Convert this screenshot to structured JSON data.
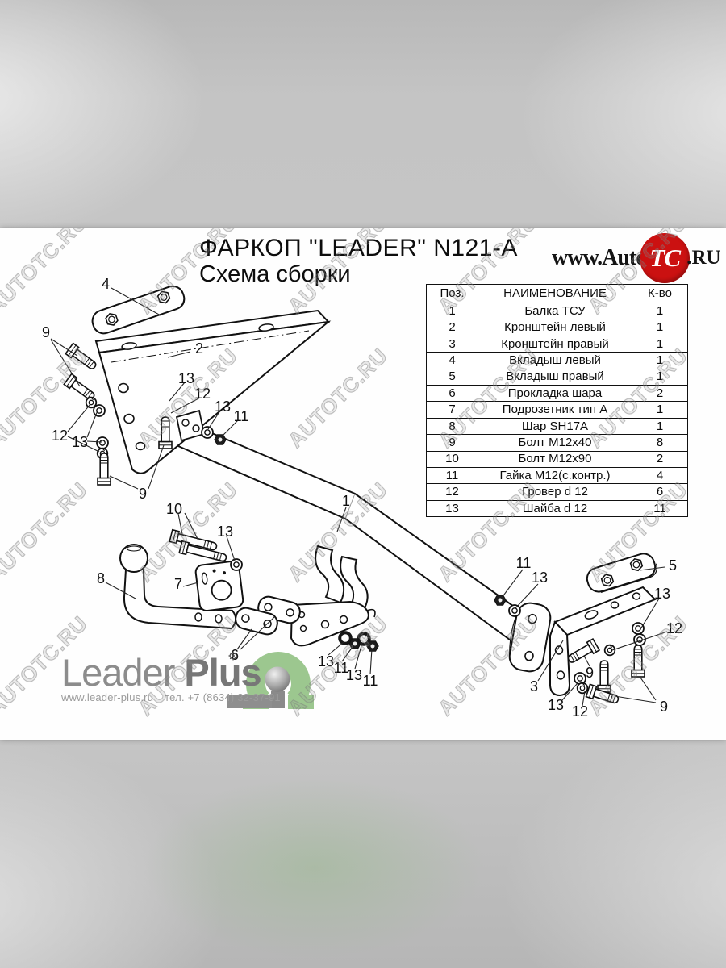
{
  "title": {
    "line1": "ФАРКОП \"LEADER\" N121-A",
    "line2": "Схема сборки"
  },
  "autotc": {
    "prefix": "www.Auto",
    "circle": "TC",
    "suffix": ".RU",
    "red_color": "#cb1111"
  },
  "table": {
    "headers": [
      "Поз.",
      "НАИМЕНОВАНИЕ",
      "К-во"
    ],
    "rows": [
      [
        "1",
        "Балка ТСУ",
        "1"
      ],
      [
        "2",
        "Кронштейн левый",
        "1"
      ],
      [
        "3",
        "Кронштейн правый",
        "1"
      ],
      [
        "4",
        "Вкладыш левый",
        "1"
      ],
      [
        "5",
        "Вкладыш правый",
        "1"
      ],
      [
        "6",
        "Прокладка шара",
        "2"
      ],
      [
        "7",
        "Подрозетник тип А",
        "1"
      ],
      [
        "8",
        "Шар SH17A",
        "1"
      ],
      [
        "9",
        "Болт М12х40",
        "8"
      ],
      [
        "10",
        "Болт М12х90",
        "2"
      ],
      [
        "11",
        "Гайка М12(с.контр.)",
        "4"
      ],
      [
        "12",
        "Гровер d 12",
        "6"
      ],
      [
        "13",
        "Шайба d 12",
        "11"
      ]
    ]
  },
  "leader": {
    "brand_light": "Leader",
    "brand_bold": "Plus",
    "site": "www.leader-plus.ru",
    "phone": "тел. +7 (8634) 32-37-91",
    "green_color": "#9cc78f"
  },
  "watermark": {
    "text": "AUTOTC.RU"
  },
  "callouts": [
    "4",
    "9",
    "2",
    "13",
    "12",
    "13",
    "11",
    "12",
    "13",
    "9",
    "10",
    "13",
    "7",
    "8",
    "6",
    "1",
    "13",
    "11",
    "13",
    "11",
    "11",
    "13",
    "5",
    "13",
    "12",
    "9",
    "3",
    "13",
    "12",
    "9"
  ]
}
